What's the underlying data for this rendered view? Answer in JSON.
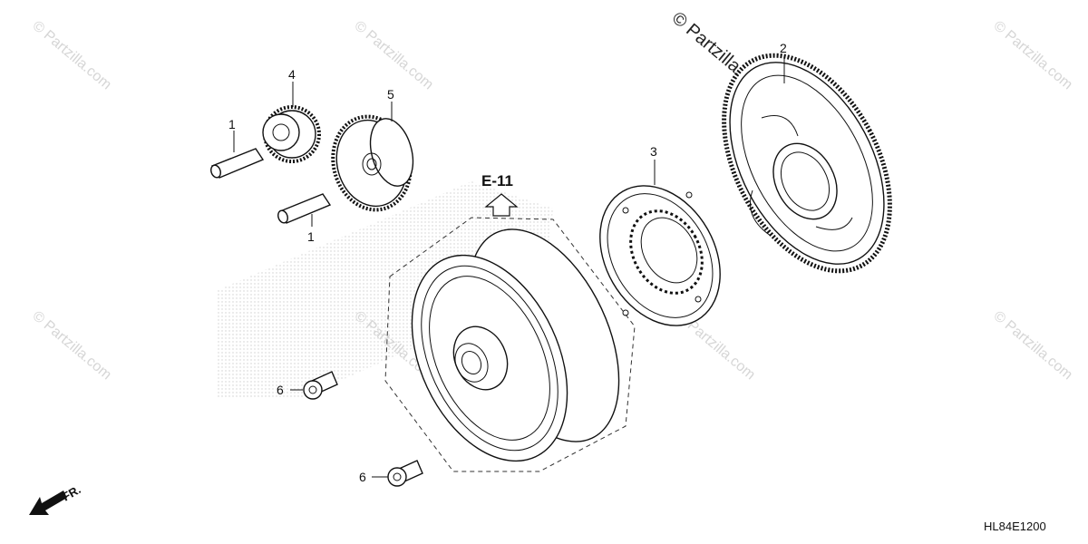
{
  "diagram": {
    "callouts": [
      {
        "id": "c1a",
        "label": "1"
      },
      {
        "id": "c1b",
        "label": "1"
      },
      {
        "id": "c2",
        "label": "2"
      },
      {
        "id": "c3",
        "label": "3"
      },
      {
        "id": "c4",
        "label": "4"
      },
      {
        "id": "c5",
        "label": "5"
      },
      {
        "id": "c6a",
        "label": "6"
      },
      {
        "id": "c6b",
        "label": "6"
      }
    ],
    "section_ref": "E-11",
    "diagram_code": "HL84E1200",
    "front_indicator": "FR."
  },
  "watermark": {
    "text": "© Partzilla.com"
  }
}
